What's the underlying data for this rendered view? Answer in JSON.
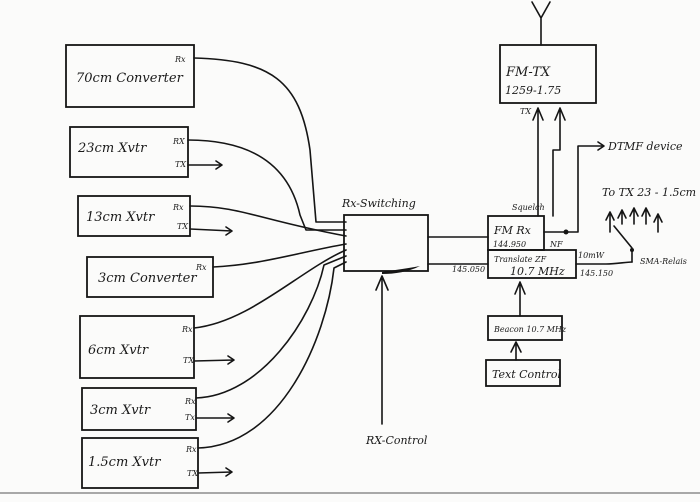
{
  "blocks": {
    "conv70": {
      "label": "70cm Converter",
      "rx": "Rx"
    },
    "xvtr23": {
      "label": "23cm Xvtr",
      "rx": "RX",
      "tx": "TX"
    },
    "xvtr13": {
      "label": "13cm Xvtr",
      "rx": "Rx",
      "tx": "TX"
    },
    "conv3": {
      "label": "3cm Converter",
      "rx": "Rx"
    },
    "xvtr6": {
      "label": "6cm Xvtr",
      "rx": "Rx",
      "tx": "TX"
    },
    "xvtr3": {
      "label": "3cm Xvtr",
      "rx": "Rx",
      "tx": "Tx"
    },
    "xvtr15": {
      "label": "1.5cm Xvtr",
      "rx": "Rx",
      "tx": "TX"
    },
    "fmtx": {
      "title": "FM-TX",
      "freq": "1259-1.75",
      "tx": "TX"
    },
    "fmrx": {
      "title": "FM Rx",
      "freq": "144.950",
      "nf": "NF",
      "squelch": "Squelch"
    },
    "switching": {
      "label": "Rx-Switching"
    },
    "translate": {
      "label": "Translate ZF",
      "freq": "10.7 MHz",
      "in": "145.050",
      "out": "10mW",
      "outfreq": "145.150"
    },
    "beacon": {
      "label": "Beacon 10.7 MHz"
    },
    "textcontrol": {
      "label": "Text Control"
    }
  },
  "annotations": {
    "dtmf": "DTMF device",
    "totx": "To TX 23 - 1.5cm",
    "relais": "SMA-Relais",
    "rxcontrol": "RX-Control"
  }
}
